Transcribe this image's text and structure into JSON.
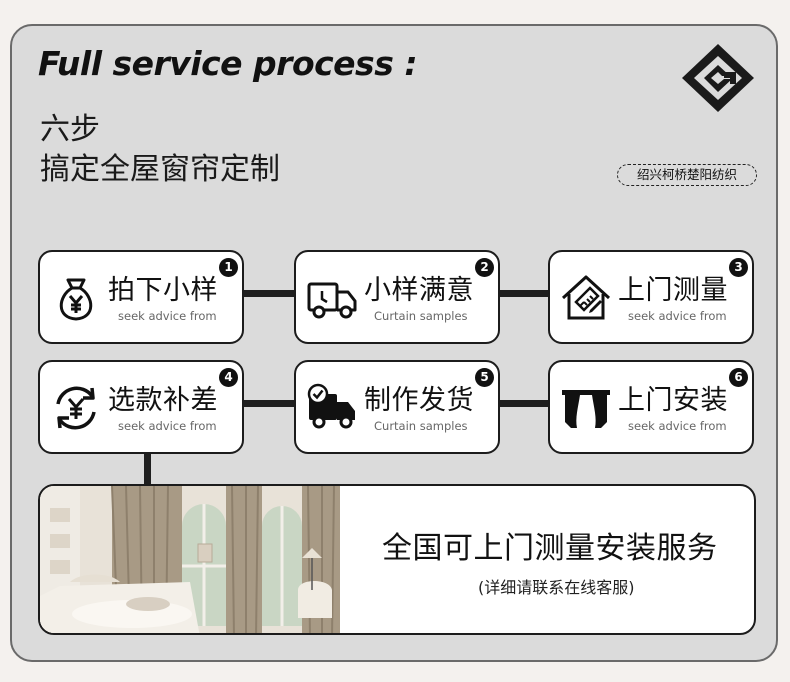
{
  "header": {
    "headline": "Full service process :",
    "subtitle_line1": "六步",
    "subtitle_line2": "搞定全屋窗帘定制",
    "logo_icon": "interlocking-diamond-logo-icon",
    "brand_badge": "绍兴柯桥楚阳纺织"
  },
  "steps": [
    {
      "number": "1",
      "title": "拍下小样",
      "caption": "seek advice from",
      "icon": "money-bag-icon"
    },
    {
      "number": "2",
      "title": "小样满意",
      "caption": "Curtain samples",
      "icon": "delivery-truck-icon"
    },
    {
      "number": "3",
      "title": "上门测量",
      "caption": "seek advice from",
      "icon": "house-ruler-icon"
    },
    {
      "number": "4",
      "title": "选款补差",
      "caption": "seek advice from",
      "icon": "yuan-exchange-icon"
    },
    {
      "number": "5",
      "title": "制作发货",
      "caption": "Curtain samples",
      "icon": "checked-truck-icon"
    },
    {
      "number": "6",
      "title": "上门安装",
      "caption": "seek advice from",
      "icon": "curtain-icon"
    }
  ],
  "service": {
    "title": "全国可上门测量安装服务",
    "note": "(详细请联系在线客服)",
    "image": "bedroom-curtains-photo"
  },
  "colors": {
    "panel_bg": "#dbdbdb",
    "card_bg": "#ffffff",
    "ink": "#111111",
    "connector": "#1f1f1f"
  }
}
